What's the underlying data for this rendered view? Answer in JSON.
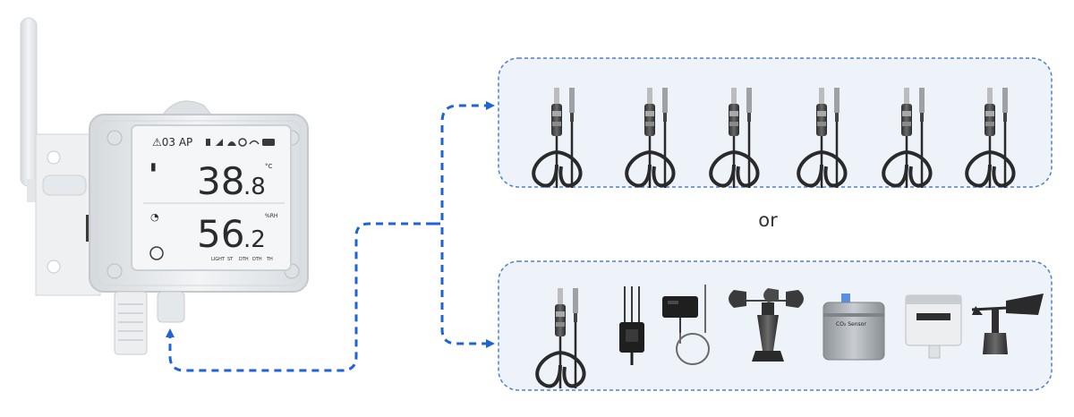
{
  "separator": "or",
  "device": {
    "display": {
      "alarm": "⚠03 AP",
      "temperature_main": "38",
      "temperature_decimal": ".8",
      "temperature_unit": "°C",
      "humidity_main": "56",
      "humidity_decimal": ".2",
      "humidity_unit": "%RH",
      "mode_labels": [
        "LIGHT",
        "ST",
        "DTH",
        "DTH",
        "TH"
      ]
    }
  },
  "panels": {
    "top": {
      "items": [
        "probe-sensor",
        "probe-sensor",
        "probe-sensor",
        "probe-sensor",
        "probe-sensor",
        "probe-sensor"
      ]
    },
    "bottom": {
      "items": [
        "probe-sensor",
        "soil-sensor",
        "thermocouple-sensor",
        "wind-speed-sensor",
        "co2-sensor",
        "pressure-sensor",
        "wind-direction-sensor"
      ],
      "co2_label": "CO₂ Sensor"
    }
  },
  "colors": {
    "panel_border": "#4d7fd6",
    "panel_fill": "#eef3f9",
    "arrow": "#1f63d6",
    "device_body": "#e9ecef",
    "cable": "#2a2a2a"
  }
}
